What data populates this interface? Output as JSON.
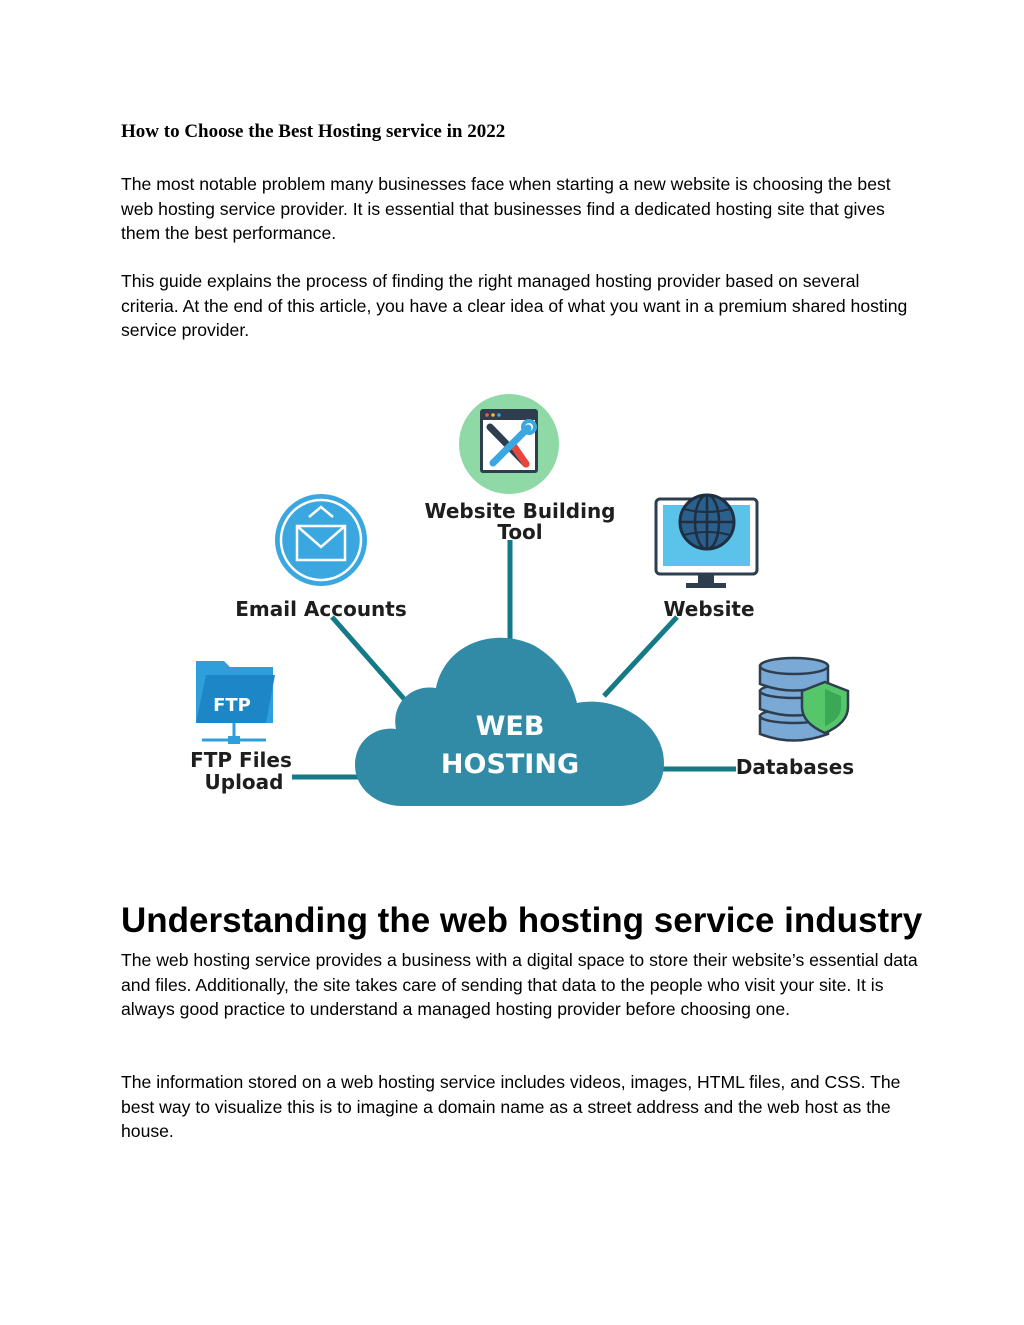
{
  "title": "How to Choose the Best Hosting service in 2022",
  "intro": {
    "p1": "The most notable problem many businesses face when starting a new website is choosing the best web hosting service provider. It is essential that businesses find a dedicated hosting site that gives them the best performance.",
    "p2": "This guide explains the process of finding the right managed hosting provider based on several criteria. At the end of this article, you have a clear idea of what you want in a premium shared hosting service provider."
  },
  "diagram": {
    "center_line1": "WEB",
    "center_line2": "HOSTING",
    "website_building_line1": "Website Building",
    "website_building_line2": "Tool",
    "email": "Email Accounts",
    "website": "Website",
    "ftp_line1": "FTP Files",
    "ftp_line2": "Upload",
    "ftp_folder_text": "FTP",
    "databases": "Databases",
    "colors": {
      "cloud": "#318ba6",
      "connector": "#137a86",
      "tool_circle": "#8ed9a6",
      "email_circle": "#3aa7e0",
      "monitor_screen": "#5bc3ea",
      "database": "#7aa9d6",
      "shield": "#56c66a",
      "folder": "#2f9fdb"
    }
  },
  "section": {
    "heading": "Understanding the web hosting service industry",
    "p1": "The web hosting service provides a business with a digital space to store their website’s essential data and files. Additionally, the site takes care of sending that data to the people who visit your site. It is always good practice to understand a managed hosting provider before choosing one.",
    "p2": "The information stored on a web hosting service includes videos, images, HTML files, and CSS. The best way to visualize this is to imagine a domain name as a street address and the web host as the house."
  }
}
